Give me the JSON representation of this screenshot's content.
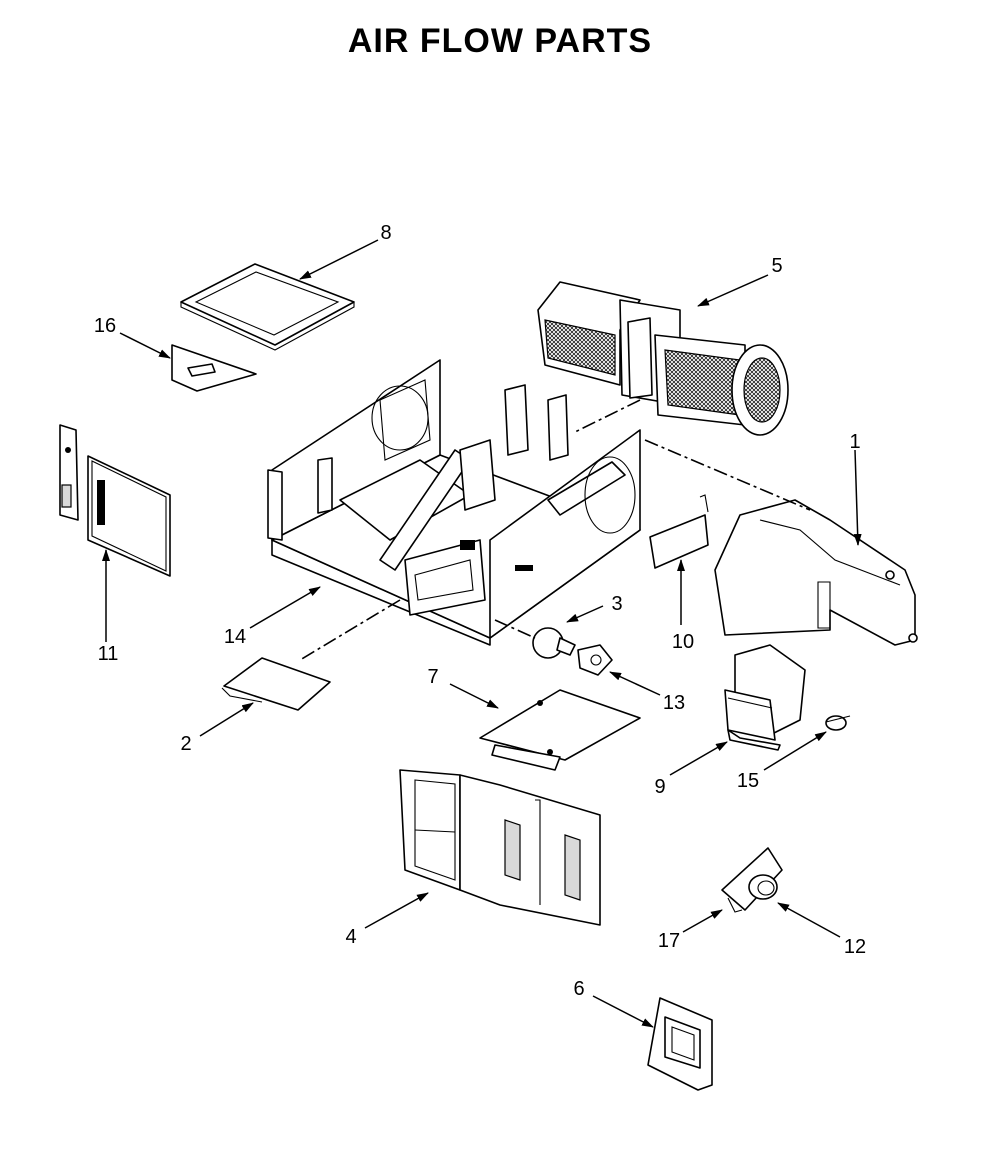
{
  "title": "AIR FLOW PARTS",
  "callouts": {
    "1": "1",
    "2": "2",
    "3": "3",
    "4": "4",
    "5": "5",
    "6": "6",
    "7": "7",
    "8": "8",
    "9": "9",
    "10": "10",
    "11": "11",
    "12": "12",
    "13": "13",
    "14": "14",
    "15": "15",
    "16": "16",
    "17": "17"
  }
}
